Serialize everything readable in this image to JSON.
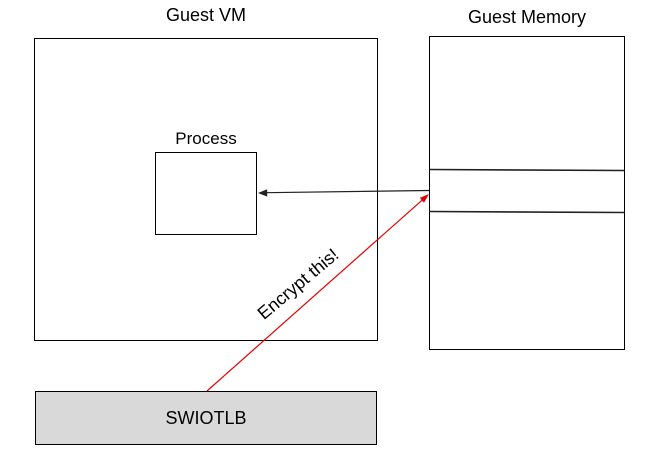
{
  "diagram": {
    "guest_vm": {
      "title": "Guest VM"
    },
    "process": {
      "title": "Process"
    },
    "guest_memory": {
      "title": "Guest Memory"
    },
    "swiotlb": {
      "label": "SWIOTLB"
    },
    "annotation": {
      "label": "Encrypt this!"
    }
  },
  "colors": {
    "box_border": "#000000",
    "swiotlb_fill": "#d9d9d9",
    "line_dark": "#212121",
    "arrow_red": "#e60000",
    "text": "#000000"
  }
}
